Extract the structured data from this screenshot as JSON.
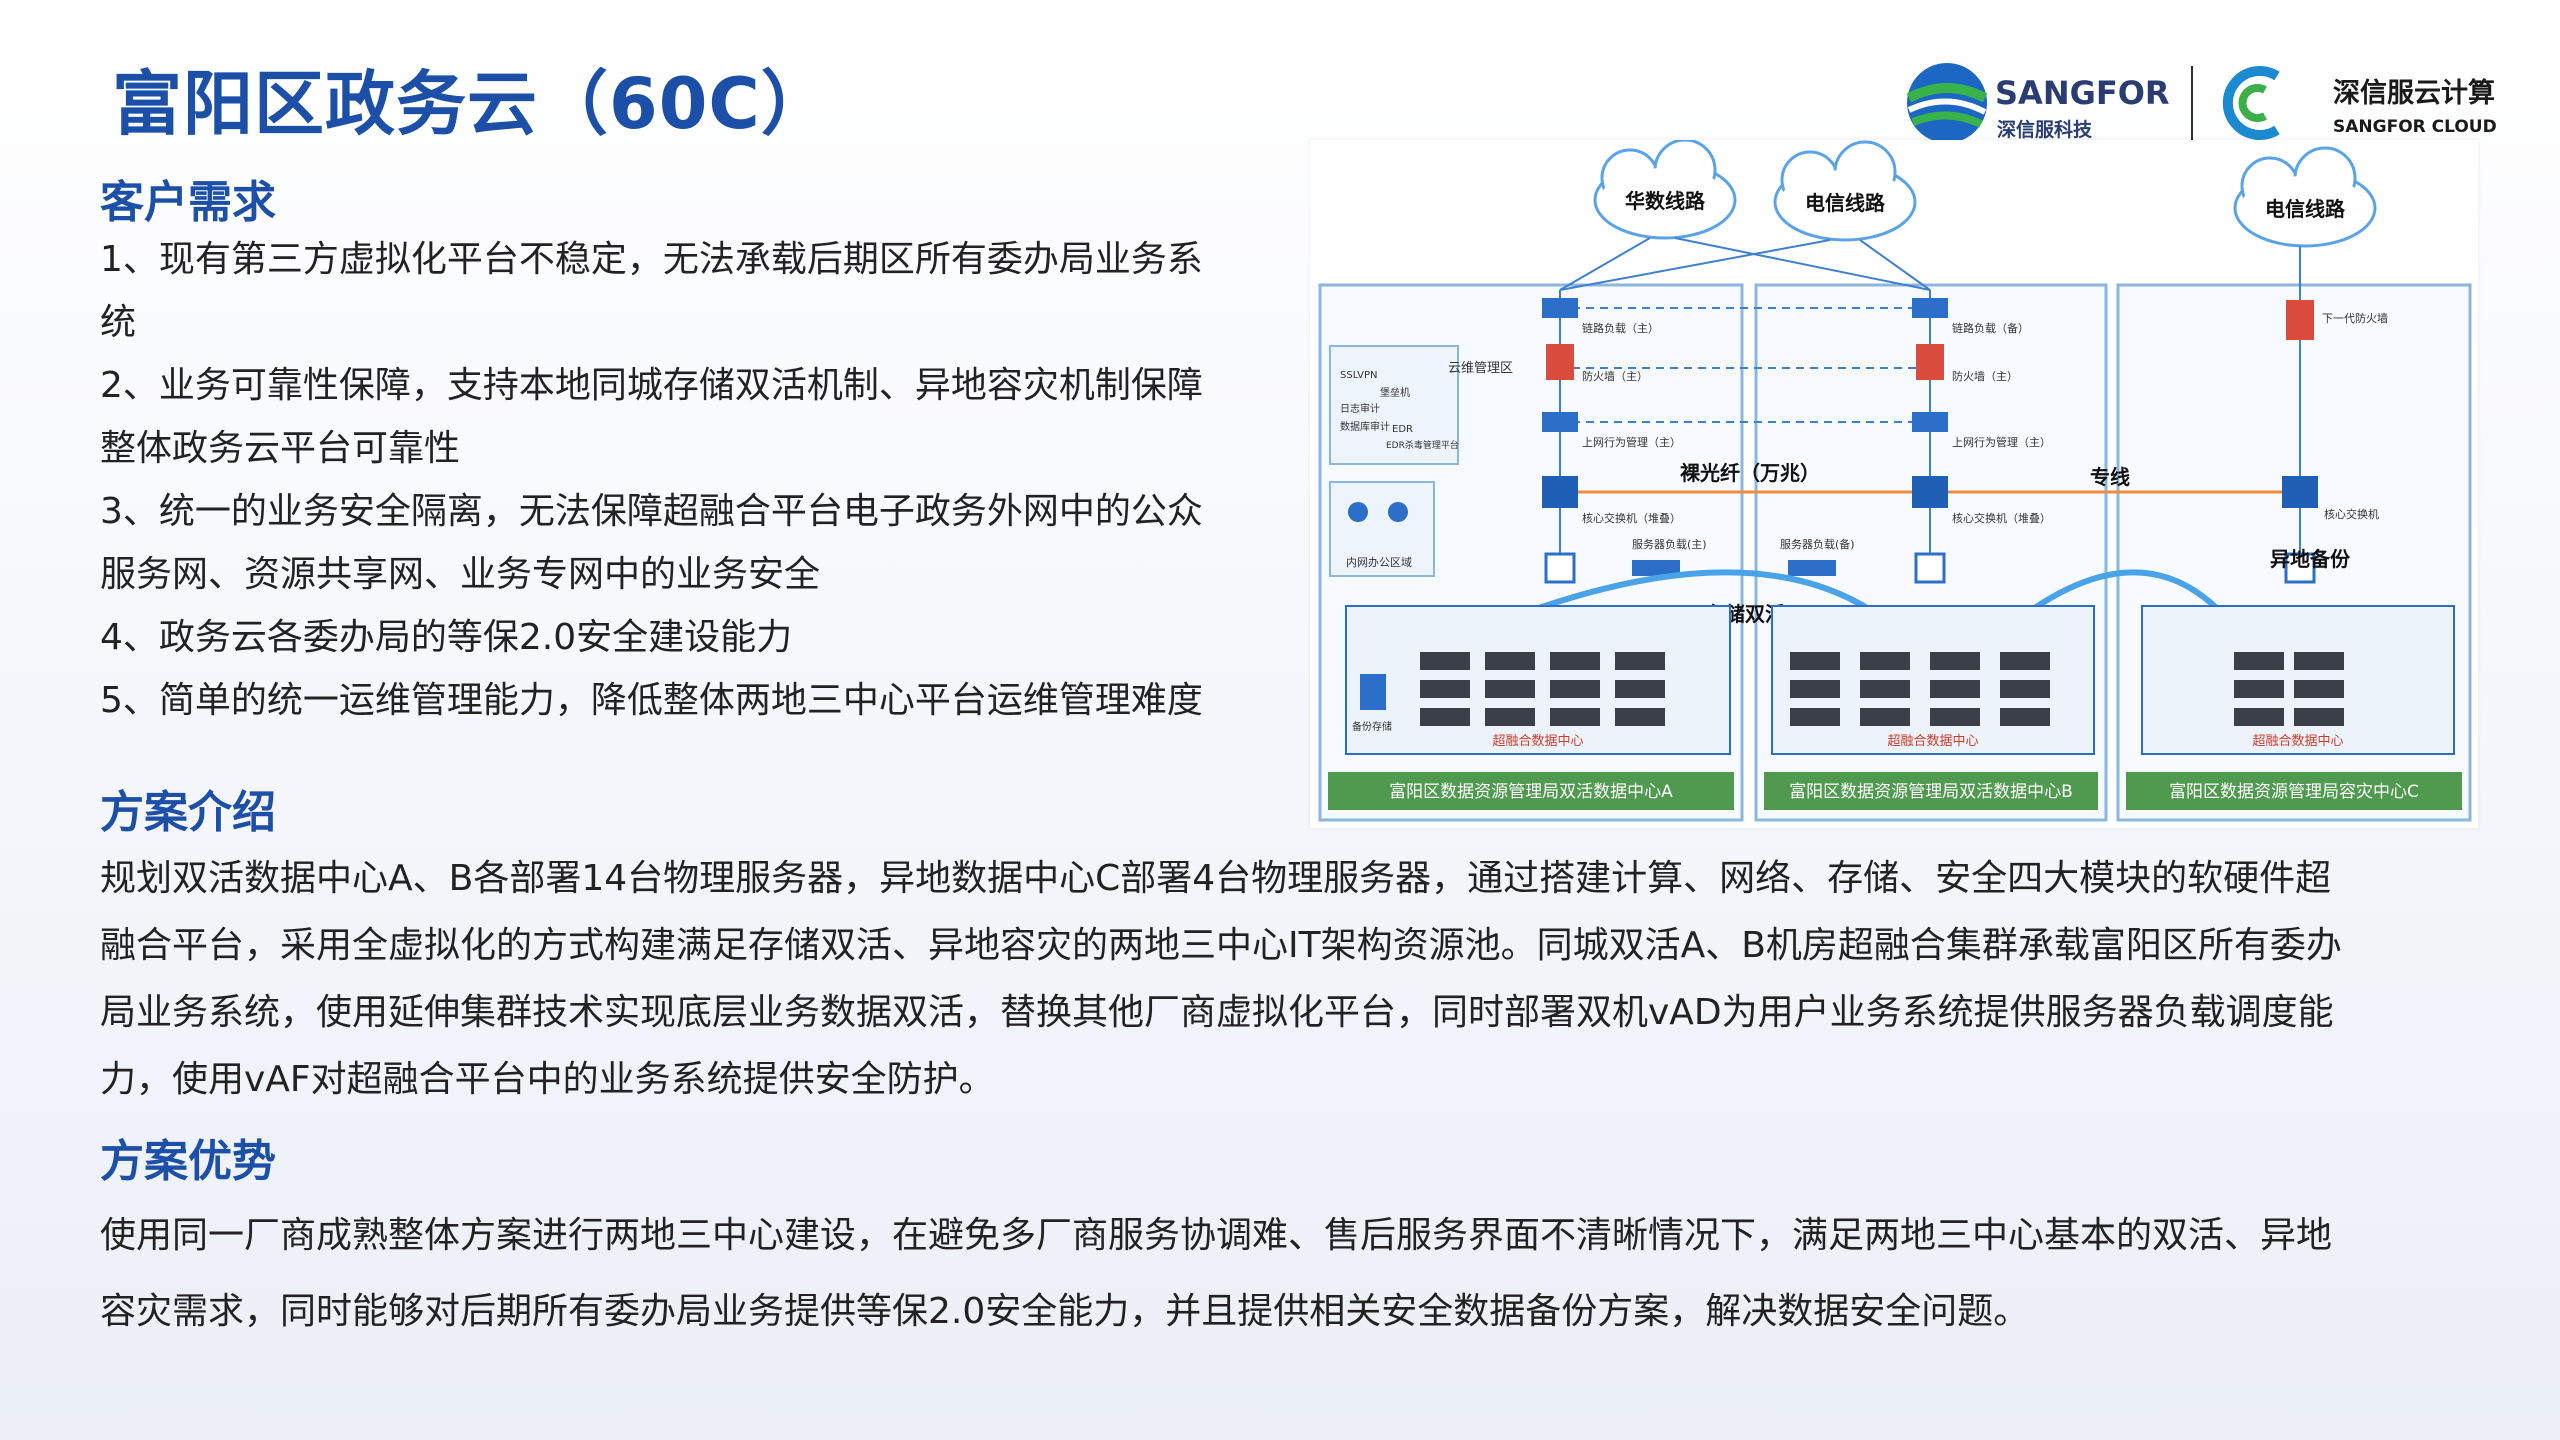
{
  "title": "富阳区政务云（60C）",
  "logos": {
    "sangfor_en": "SANGFOR",
    "sangfor_cn": "深信服科技",
    "cloud_cn": "深信服云计算",
    "cloud_en": "SANGFOR CLOUD"
  },
  "requirements": {
    "heading": "客户需求",
    "items": [
      "1、现有第三方虚拟化平台不稳定，无法承载后期区所有委办局业务系",
      "统",
      "2、业务可靠性保障，支持本地同城存储双活机制、异地容灾机制保障",
      "整体政务云平台可靠性",
      "3、统一的业务安全隔离，无法保障超融合平台电子政务外网中的公众",
      "服务网、资源共享网、业务专网中的业务安全",
      "4、政务云各委办局的等保2.0安全建设能力",
      "5、简单的统一运维管理能力，降低整体两地三中心平台运维管理难度"
    ]
  },
  "solution": {
    "heading": "方案介绍",
    "lines": [
      "规划双活数据中心A、B各部署14台物理服务器，异地数据中心C部署4台物理服务器，通过搭建计算、网络、存储、安全四大模块的软硬件超",
      "融合平台，采用全虚拟化的方式构建满足存储双活、异地容灾的两地三中心IT架构资源池。同城双活A、B机房超融合集群承载富阳区所有委办",
      "局业务系统，使用延伸集群技术实现底层业务数据双活，替换其他厂商虚拟化平台，同时部署双机vAD为用户业务系统提供服务器负载调度能",
      "力，使用vAF对超融合平台中的业务系统提供安全防护。"
    ]
  },
  "advantage": {
    "heading": "方案优势",
    "lines": [
      "使用同一厂商成熟整体方案进行两地三中心建设，在避免多厂商服务协调难、售后服务界面不清晰情况下，满足两地三中心基本的双活、异地",
      "容灾需求，同时能够对后期所有委办局业务提供等保2.0安全能力，并且提供相关安全数据备份方案，解决数据安全问题。"
    ]
  },
  "diagram": {
    "clouds": [
      "华数线路",
      "电信线路",
      "电信线路"
    ],
    "device_labels": {
      "link_lb_main": "链路负载（主）",
      "link_lb_backup": "链路负载（备）",
      "fw_main_a": "防火墙（主）",
      "fw_main_b": "防火墙（主）",
      "ngfw": "下一代防火墙",
      "uam_a": "上网行为管理（主）",
      "uam_b": "上网行为管理（主）",
      "core_sw_a": "核心交换机（堆叠）",
      "core_sw_b": "核心交换机（堆叠）",
      "core_sw_c": "核心交换机",
      "srv_lb_a": "服务器负载(主)",
      "srv_lb_b": "服务器负载(备)",
      "backup_storage": "备份存储",
      "hci_a": "超融合数据中心",
      "hci_b": "超融合数据中心",
      "hci_c": "超融合数据中心"
    },
    "ops_zone": {
      "title": "云维管理区",
      "items": [
        "SSLVPN",
        "堡垒机",
        "日志审计",
        "数据库审计",
        "EDR",
        "EDR杀毒管理平台"
      ]
    },
    "intranet_label": "内网办公区域",
    "link_labels": {
      "fiber": "裸光纤（万兆）",
      "dedicated": "专线",
      "remote_backup": "异地备份",
      "storage_active": "存储双活"
    },
    "dc_labels": [
      "富阳区数据资源管理局双活数据中心A",
      "富阳区数据资源管理局双活数据中心B",
      "富阳区数据资源管理局容灾中心C"
    ]
  }
}
